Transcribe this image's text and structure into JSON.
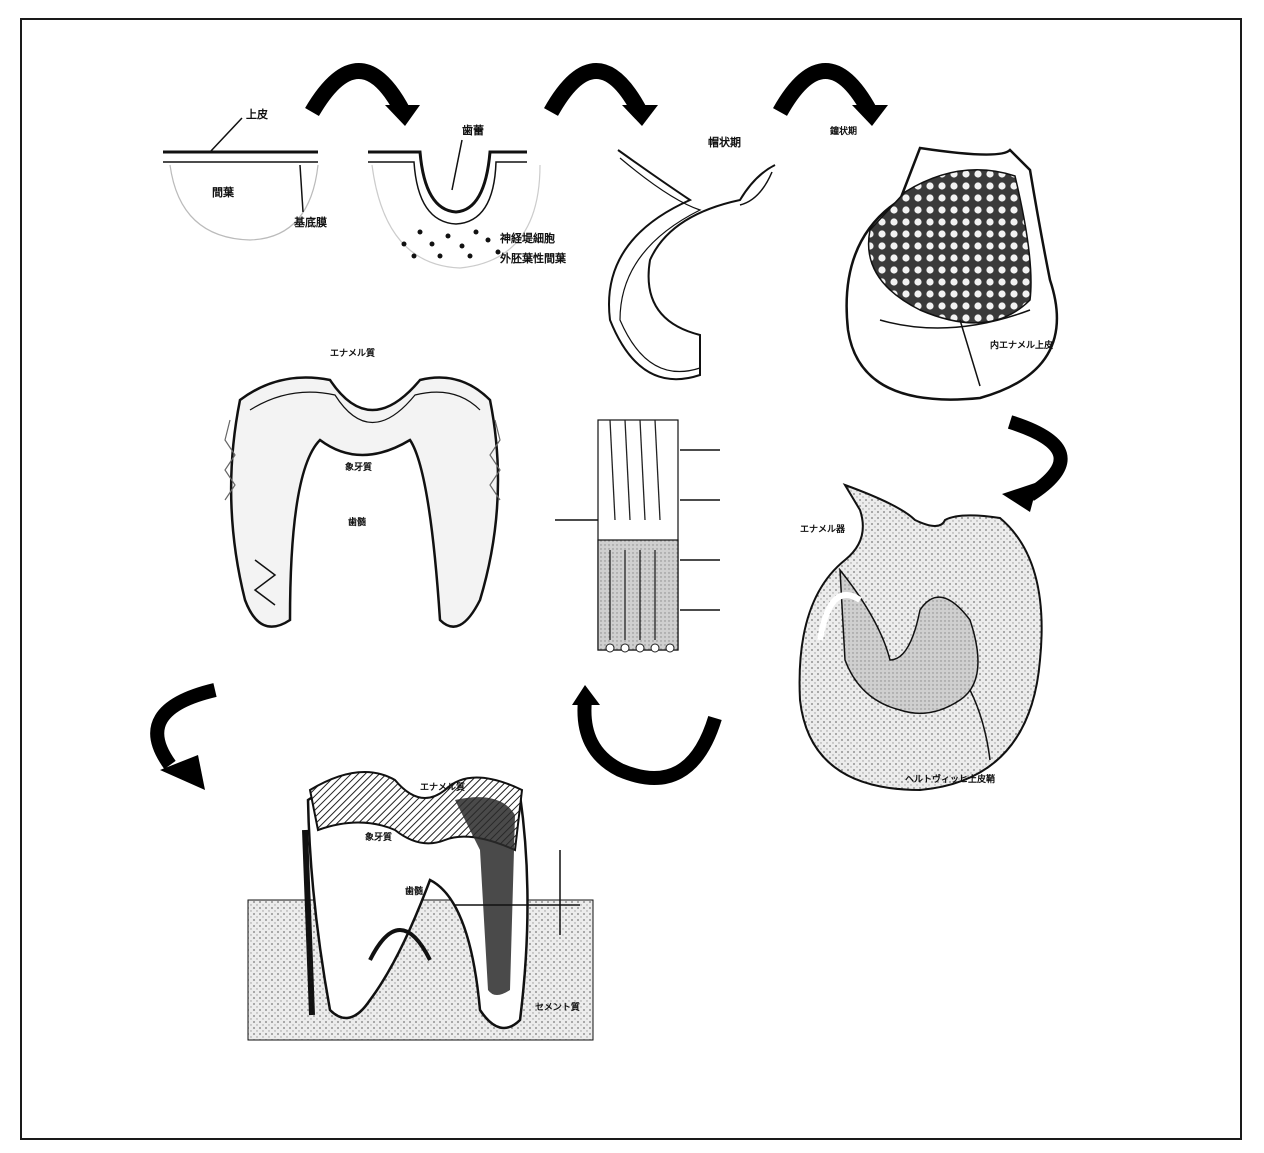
{
  "diagram": {
    "stages": [
      {
        "id": "stage1",
        "labels": [
          "上皮",
          "間葉",
          "基底膜"
        ]
      },
      {
        "id": "stage2",
        "labels": [
          "歯蕾",
          "神経堤細胞",
          "外胚葉性間葉"
        ]
      },
      {
        "id": "stage3",
        "labels": [
          "帽状期"
        ]
      },
      {
        "id": "stage4",
        "labels": [
          "鐘状期",
          "内エナメル上皮"
        ]
      },
      {
        "id": "stage5",
        "labels": [
          "エナメル器",
          "ヘルトヴィッヒ上皮鞘"
        ]
      },
      {
        "id": "stage6",
        "labels": [
          "エナメル質",
          "象牙質",
          "歯髄"
        ]
      },
      {
        "id": "stage7",
        "labels": [
          "エナメル質",
          "象牙質",
          "歯髄",
          "セメント質"
        ]
      }
    ]
  }
}
